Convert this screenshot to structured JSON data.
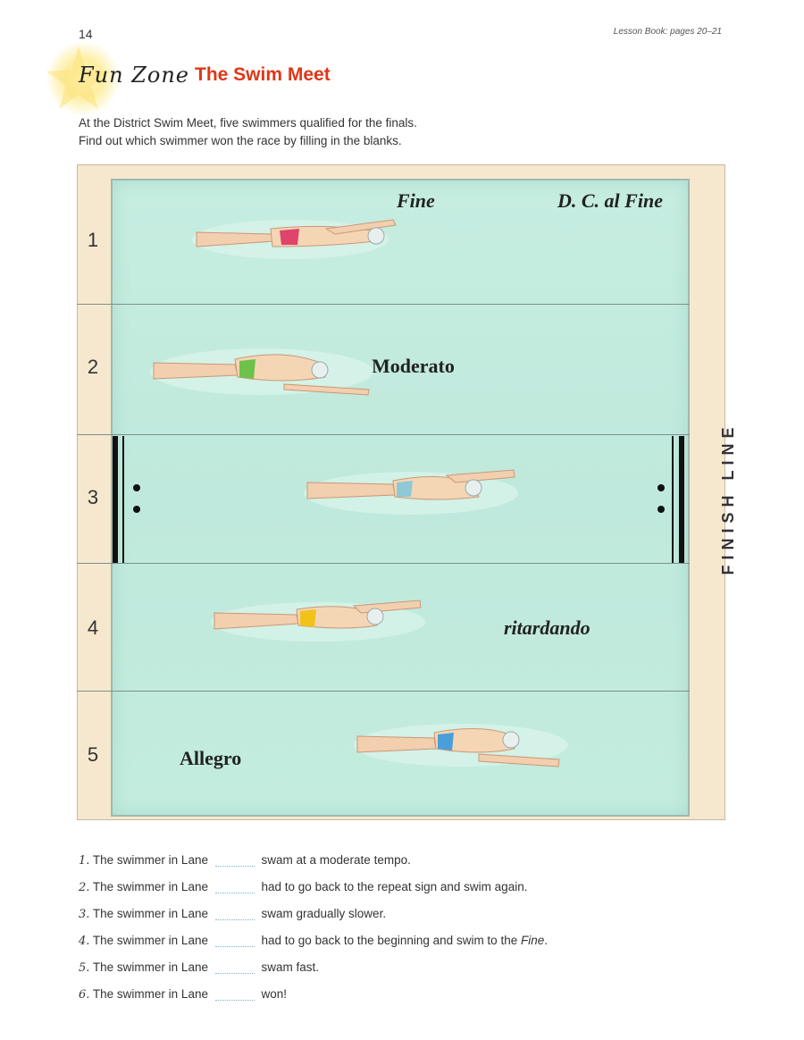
{
  "header": {
    "page_number": "14",
    "lesson_reference": "Lesson Book: pages 20–21",
    "section": "Fun Zone",
    "title": "The Swim Meet"
  },
  "intro": {
    "line1": "At the District Swim Meet, five swimmers qualified for the finals.",
    "line2": "Find out which swimmer won the race by filling in the blanks."
  },
  "pool": {
    "finish_label": "FINISH LINE",
    "lanes": [
      {
        "number": "1",
        "terms": [
          "Fine",
          "D. C. al Fine"
        ],
        "suit_color": "#e0436b"
      },
      {
        "number": "2",
        "terms": [
          "Moderato"
        ],
        "suit_color": "#6cc24a"
      },
      {
        "number": "3",
        "terms": [],
        "suit_color": "#8fc9d6"
      },
      {
        "number": "4",
        "terms": [
          "ritardando"
        ],
        "suit_color": "#f2c21b"
      },
      {
        "number": "5",
        "terms": [
          "Allegro"
        ],
        "suit_color": "#4a9fd8"
      }
    ]
  },
  "questions": [
    {
      "num": "1.",
      "before": "The swimmer in Lane",
      "after": "swam at a moderate tempo."
    },
    {
      "num": "2.",
      "before": "The swimmer in Lane",
      "after": "had to go back to the repeat sign and swim again."
    },
    {
      "num": "3.",
      "before": "The swimmer in Lane",
      "after": "swam gradually slower."
    },
    {
      "num": "4.",
      "before": "The swimmer in Lane",
      "after": "had to go back to the beginning and swim to the",
      "after_em": "Fine",
      "after_end": "."
    },
    {
      "num": "5.",
      "before": "The swimmer in Lane",
      "after": "swam fast."
    },
    {
      "num": "6.",
      "before": "The swimmer in Lane",
      "after": "won!"
    }
  ]
}
